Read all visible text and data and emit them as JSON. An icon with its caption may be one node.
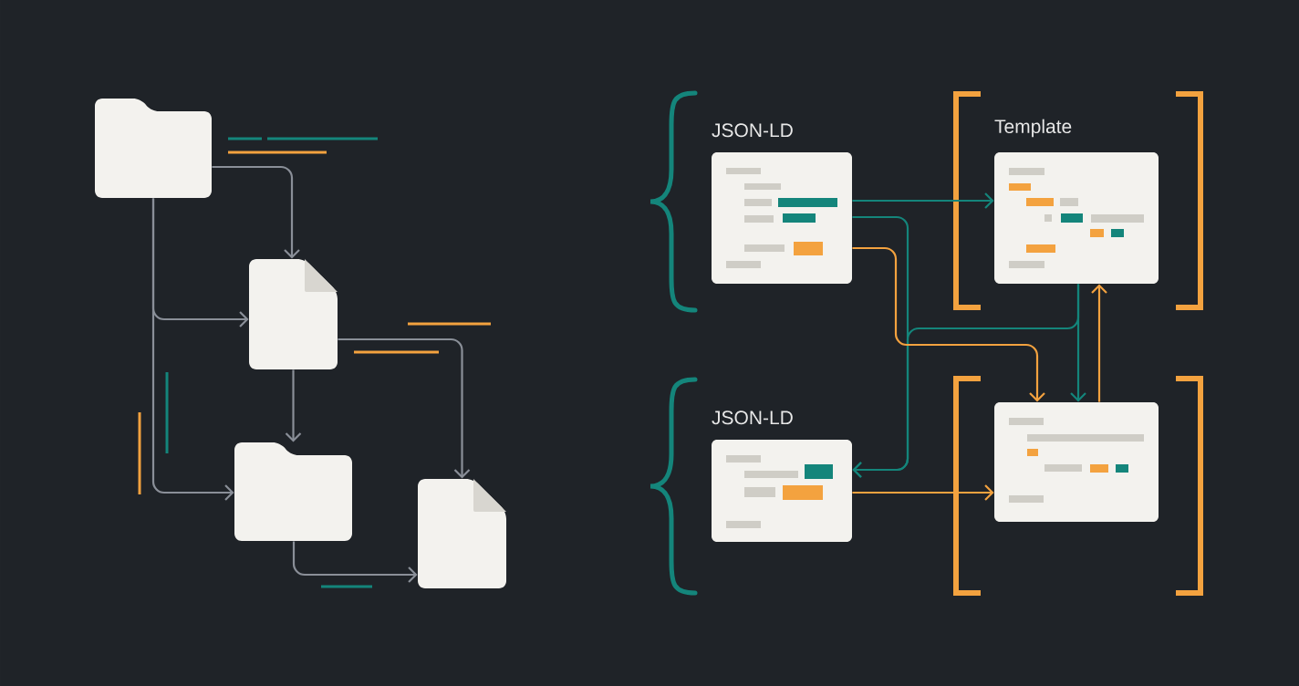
{
  "diagram": {
    "nodes": [
      {
        "text": [],
        "shape": "folder"
      },
      {
        "text": [],
        "shape": "file"
      },
      {
        "text": [],
        "shape": "folder"
      },
      {
        "text": [],
        "shape": "file"
      },
      {
        "text": [
          "JSON-LD"
        ]
      },
      {
        "text": [
          "Template"
        ]
      },
      {
        "text": [
          "JSON-LD"
        ]
      },
      {
        "text": [],
        "shape": "box"
      }
    ],
    "edges": [
      {
        "from": 0,
        "to": 1,
        "arrow": "to"
      },
      {
        "from": 0,
        "to": 1,
        "arrow": "to"
      },
      {
        "from": 0,
        "to": 2,
        "arrow": "to"
      },
      {
        "from": 1,
        "to": 2,
        "arrow": "to"
      },
      {
        "from": 1,
        "to": 3,
        "arrow": "to"
      },
      {
        "from": 2,
        "to": 3,
        "arrow": "to"
      },
      {
        "from": 4,
        "to": 5,
        "arrow": "to",
        "color": "#14857b"
      },
      {
        "from": 4,
        "to": 6,
        "arrow": "to",
        "color": "#14857b"
      },
      {
        "from": 5,
        "to": 6,
        "arrow": "to",
        "color": "#14857b"
      },
      {
        "from": 5,
        "to": 7,
        "arrow": "to",
        "color": "#14857b"
      },
      {
        "from": 7,
        "to": 5,
        "arrow": "to",
        "color": "#f3a23f"
      },
      {
        "from": 4,
        "to": 7,
        "arrow": "to",
        "color": "#f3a23f"
      },
      {
        "from": 6,
        "to": 7,
        "arrow": "to",
        "color": "#f3a23f"
      }
    ]
  }
}
